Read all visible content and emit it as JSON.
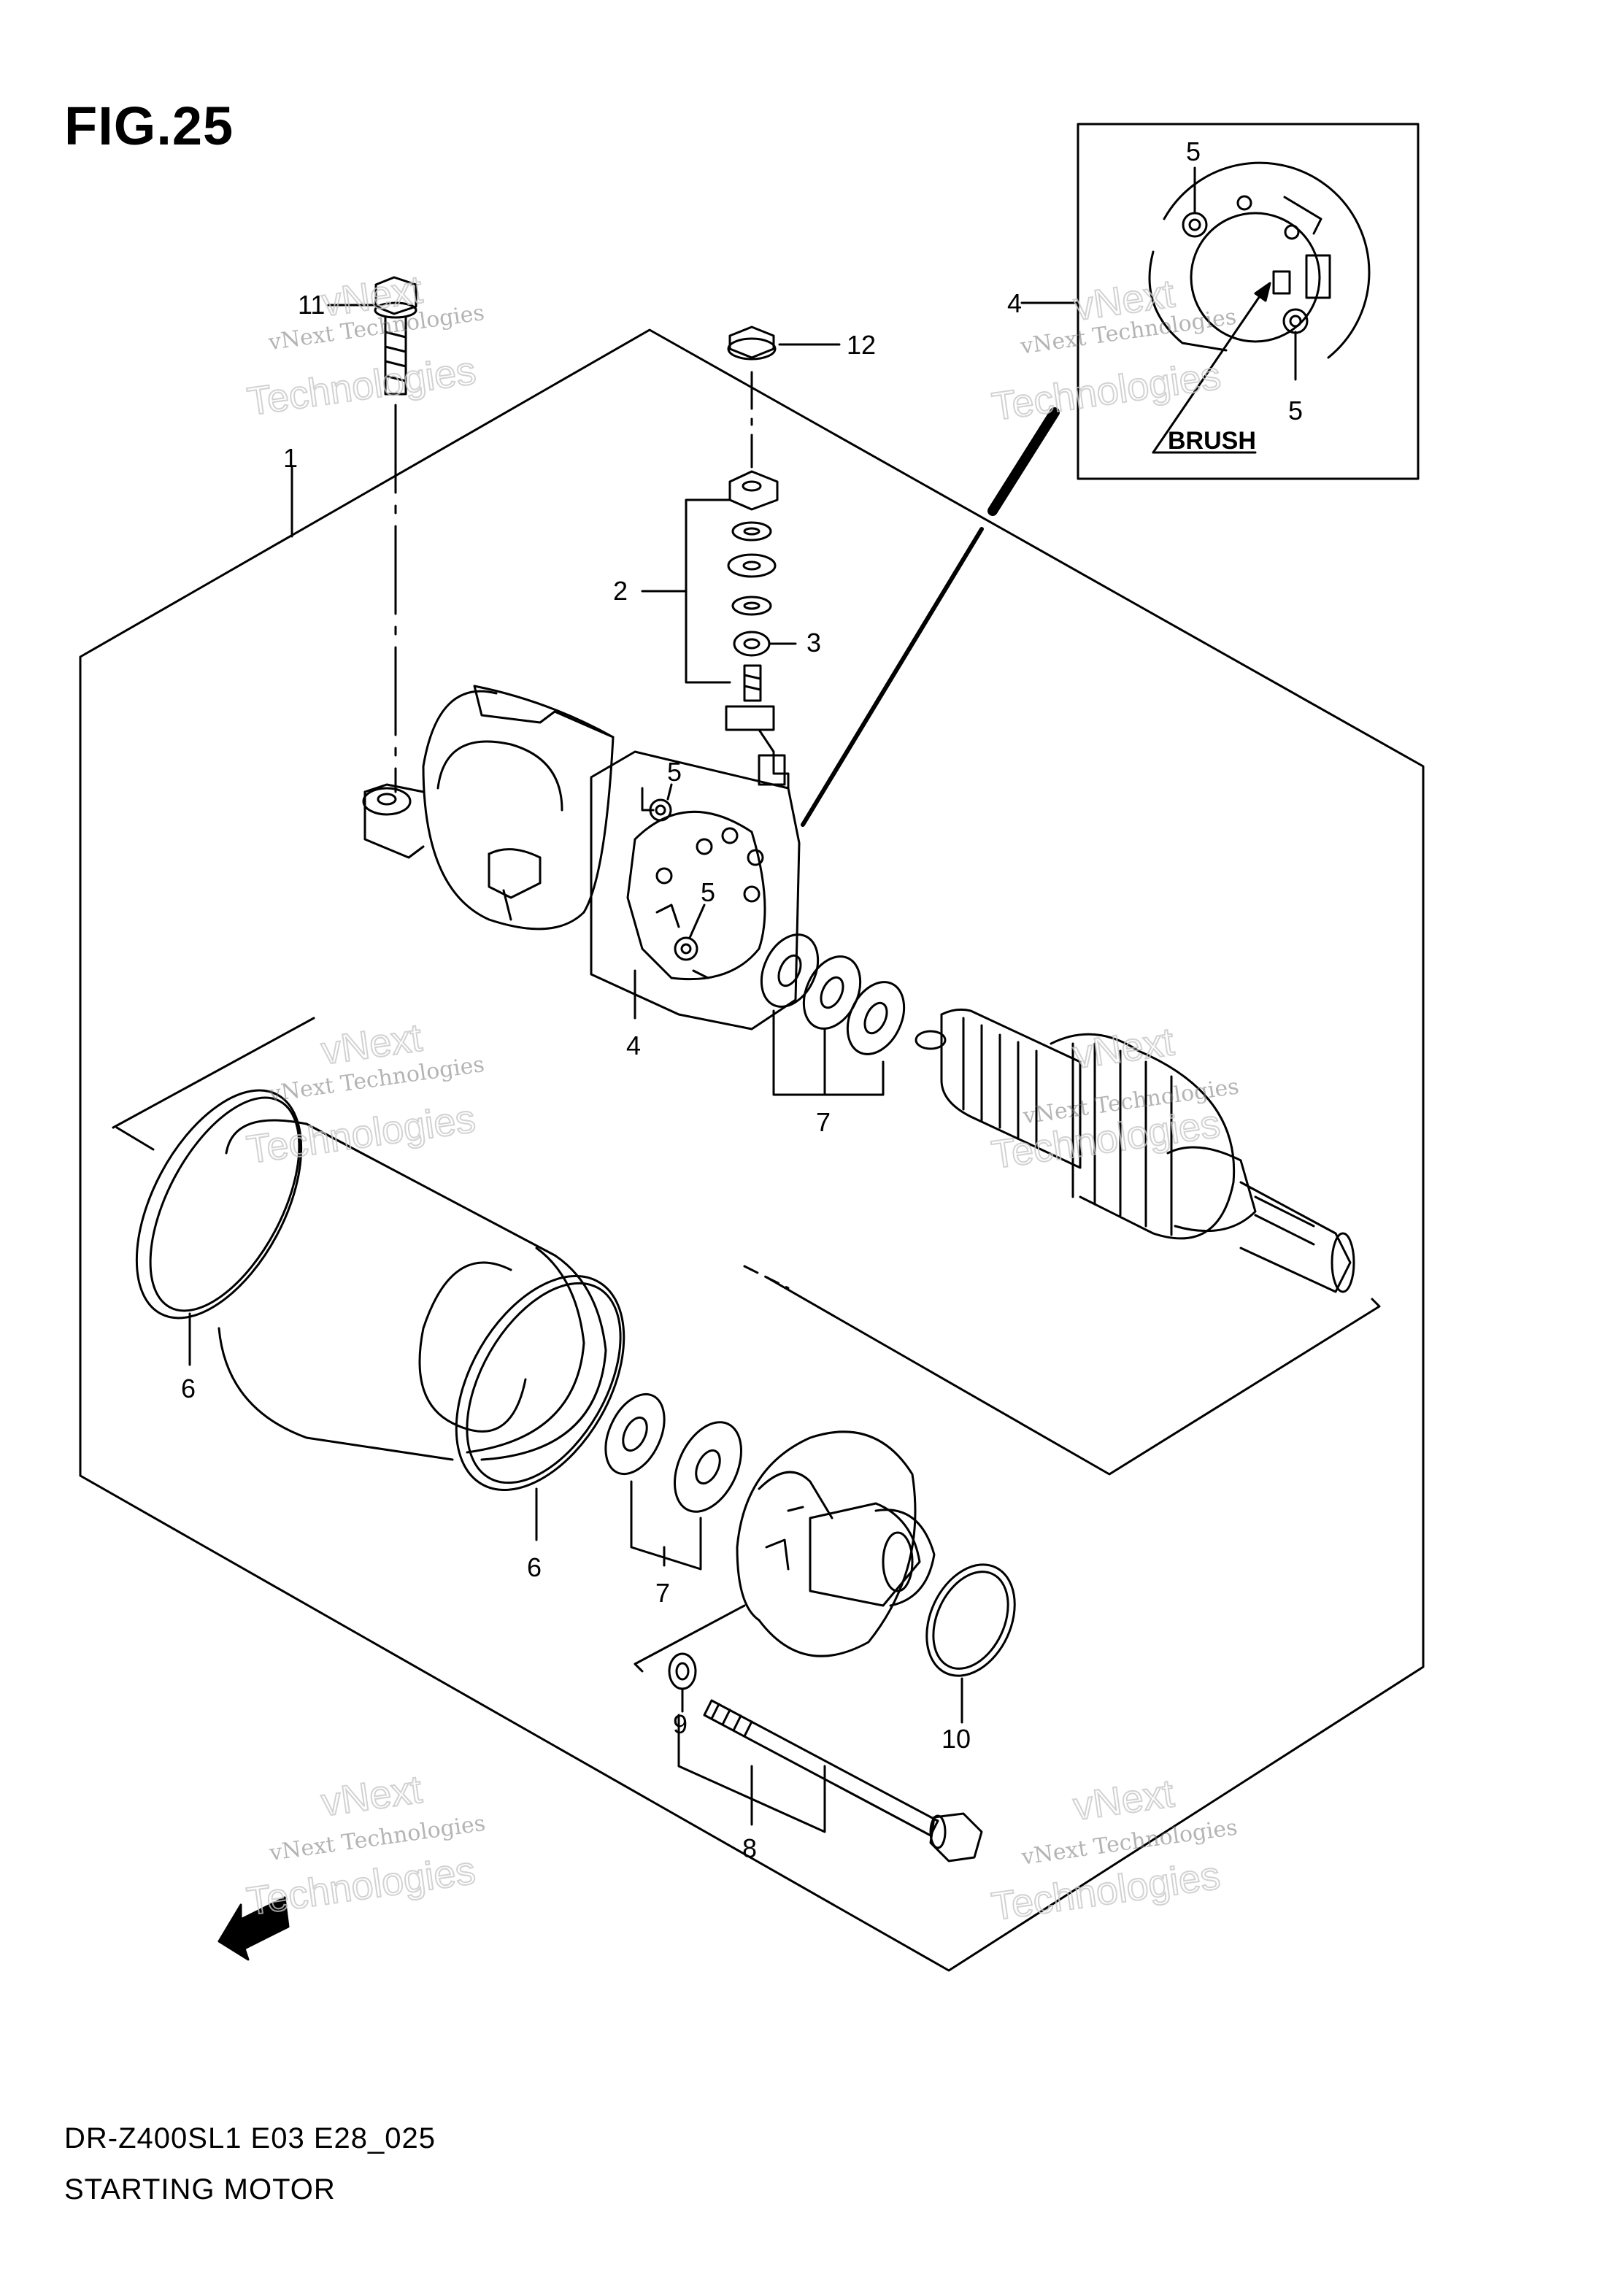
{
  "figure": {
    "title": "FIG.25"
  },
  "footer": {
    "model": "DR-Z400SL1 E03 E28_025",
    "name": "STARTING MOTOR"
  },
  "inset": {
    "label": "BRUSH"
  },
  "watermark": {
    "line1": "vNext Technologies",
    "line2": "Technologies",
    "line3": "vNext"
  },
  "callouts": {
    "c1": "1",
    "c2": "2",
    "c3": "3",
    "c4a": "4",
    "c4b": "4",
    "c5a": "5",
    "c5b": "5",
    "c5c": "5",
    "c5d": "5",
    "c6a": "6",
    "c6b": "6",
    "c7a": "7",
    "c7b": "7",
    "c8": "8",
    "c9": "9",
    "c10": "10",
    "c11": "11",
    "c12": "12"
  },
  "colors": {
    "ink": "#000000",
    "watermark": "#bbbbbb"
  }
}
